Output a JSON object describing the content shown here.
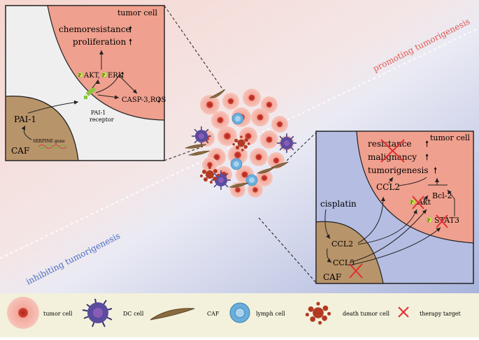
{
  "labels": {
    "promoting": "promoting tumorigenesis",
    "inhibiting": "inhibiting tumorigenesis"
  },
  "panel_top": {
    "tumor_cell": "tumor cell",
    "chemoresistance": "chemoresistance",
    "proliferation": "proliferation",
    "p": "P",
    "akt": "AKT,",
    "erk": "ERK",
    "casp": "CASP-3,ROS",
    "receptor_line1": "PAI-1",
    "receptor_line2": "receptor",
    "pai1": "PAI-1",
    "serpine": "SERPINE",
    "gene": "gene",
    "caf": "CAF"
  },
  "panel_bottom": {
    "tumor_cell": "tumor cell",
    "resistance": "resistance",
    "malignancy": "malignancy",
    "tumorigenesis": "tumorigenesis",
    "ccl2_top": "CCL2",
    "bcl2": "Bcl-2",
    "akt": "Akt",
    "stat3": "STAT3",
    "p": "P",
    "cisplatin": "cisplatin",
    "ccl2": "CCL2",
    "ccl5": "CCL5",
    "caf": "CAF"
  },
  "legend": [
    {
      "label": "tumor cell",
      "icon": "tumor-cell-icon"
    },
    {
      "label": "DC cell",
      "icon": "dc-cell-icon"
    },
    {
      "label": "CAF",
      "icon": "caf-icon"
    },
    {
      "label": "lymph cell",
      "icon": "lymph-cell-icon"
    },
    {
      "label": "death tumor cell",
      "icon": "death-tumor-cell-icon"
    },
    {
      "label": "therapy target",
      "icon": "therapy-target-icon"
    }
  ],
  "colors": {
    "tumor": "#f0a090",
    "caf": "#b8946a",
    "dc": "#5a4c9e",
    "lymph": "#6aaedc",
    "target": "#e03030",
    "pill": "#d8e84a"
  }
}
